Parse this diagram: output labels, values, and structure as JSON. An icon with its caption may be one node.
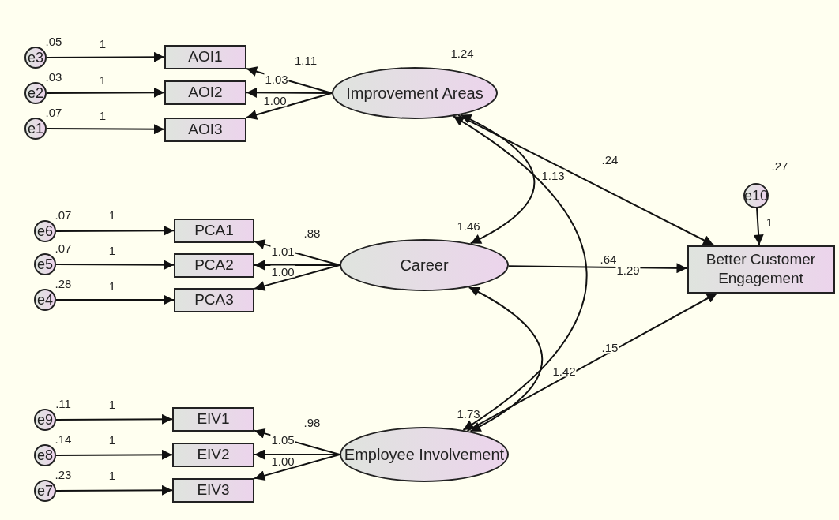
{
  "diagram": {
    "nodes": [
      {
        "text": [
          "e3"
        ],
        "beside": [
          ".05"
        ]
      },
      {
        "text": [
          "AOI1"
        ]
      },
      {
        "text": [
          "Improvement Areas"
        ],
        "beside": [
          "1.24"
        ]
      },
      {
        "text": [
          "e2"
        ],
        "beside": [
          ".03"
        ]
      },
      {
        "text": [
          "AOI2"
        ]
      },
      {
        "text": [
          "e1"
        ],
        "beside": [
          ".07"
        ]
      },
      {
        "text": [
          "AOI3"
        ]
      },
      {
        "text": [
          "e10"
        ],
        "beside": [
          ".27"
        ]
      },
      {
        "text": [
          "e6"
        ],
        "beside": [
          ".07"
        ]
      },
      {
        "text": [
          "PCA1"
        ]
      },
      {
        "text": [
          "Career"
        ],
        "beside": [
          "1.46"
        ]
      },
      {
        "text": [
          "Better Customer Engagement"
        ]
      },
      {
        "text": [
          "e5"
        ],
        "beside": [
          ".07"
        ]
      },
      {
        "text": [
          "PCA2"
        ]
      },
      {
        "text": [
          "e4"
        ],
        "beside": [
          ".28"
        ]
      },
      {
        "text": [
          "PCA3"
        ]
      },
      {
        "text": [
          "e9"
        ],
        "beside": [
          ".11"
        ]
      },
      {
        "text": [
          "EIV1"
        ]
      },
      {
        "text": [
          "Employee Involvement"
        ],
        "beside": [
          "1.73"
        ]
      },
      {
        "text": [
          "e8"
        ],
        "beside": [
          ".14"
        ]
      },
      {
        "text": [
          "EIV2"
        ]
      },
      {
        "text": [
          "e7"
        ],
        "beside": [
          ".23"
        ]
      },
      {
        "text": [
          "EIV3"
        ]
      }
    ],
    "edges": [
      {
        "from": 0,
        "to": 1,
        "arrow": "to",
        "label": "1"
      },
      {
        "from": 2,
        "to": 1,
        "arrow": "to",
        "label": "1.11"
      },
      {
        "from": 3,
        "to": 4,
        "arrow": "to",
        "label": "1"
      },
      {
        "from": 2,
        "to": 4,
        "arrow": "to",
        "label": "1.03"
      },
      {
        "from": 5,
        "to": 6,
        "arrow": "to",
        "label": "1"
      },
      {
        "from": 2,
        "to": 6,
        "arrow": "to",
        "label": "1.00"
      },
      {
        "from": 7,
        "to": 11,
        "arrow": "to",
        "label": "1"
      },
      {
        "from": 2,
        "to": 11,
        "arrow": "to",
        "label": ".24"
      },
      {
        "from": 2,
        "to": 10,
        "arrow": "both",
        "label": "1.13"
      },
      {
        "from": 2,
        "to": 18,
        "arrow": "both",
        "label": ".64"
      },
      {
        "from": 8,
        "to": 9,
        "arrow": "to",
        "label": "1"
      },
      {
        "from": 10,
        "to": 9,
        "arrow": "to",
        "label": ".88"
      },
      {
        "from": 12,
        "to": 13,
        "arrow": "to",
        "label": "1"
      },
      {
        "from": 10,
        "to": 13,
        "arrow": "to",
        "label": "1.01"
      },
      {
        "from": 14,
        "to": 15,
        "arrow": "to",
        "label": "1"
      },
      {
        "from": 10,
        "to": 15,
        "arrow": "to",
        "label": "1.00"
      },
      {
        "from": 10,
        "to": 11,
        "arrow": "to",
        "label": "1.29"
      },
      {
        "from": 10,
        "to": 18,
        "arrow": "both",
        "label": "1.42"
      },
      {
        "from": 16,
        "to": 17,
        "arrow": "to",
        "label": "1"
      },
      {
        "from": 18,
        "to": 17,
        "arrow": "to",
        "label": ".98"
      },
      {
        "from": 19,
        "to": 20,
        "arrow": "to",
        "label": "1"
      },
      {
        "from": 18,
        "to": 20,
        "arrow": "to",
        "label": "1.05"
      },
      {
        "from": 21,
        "to": 22,
        "arrow": "to",
        "label": "1"
      },
      {
        "from": 18,
        "to": 22,
        "arrow": "to",
        "label": "1.00"
      },
      {
        "from": 18,
        "to": 11,
        "arrow": "to",
        "label": ".15"
      }
    ]
  }
}
